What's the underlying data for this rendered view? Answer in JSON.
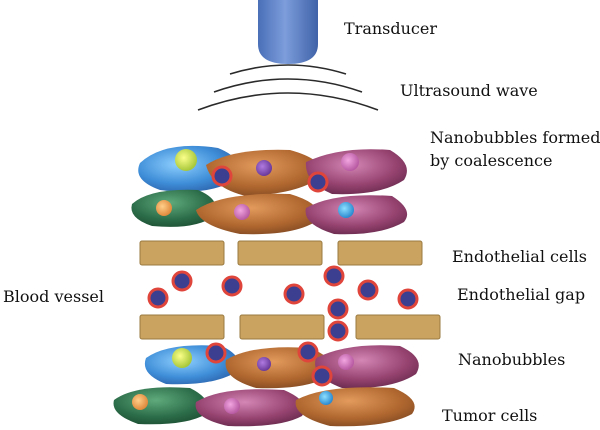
{
  "labels": {
    "transducer": "Transducer",
    "ultrasound_wave": "Ultrasound wave",
    "nanobubbles_formed": "Nanobubbles formed\nby coalescence",
    "endothelial_cells": "Endothelial cells",
    "endothelial_gap": "Endothelial gap",
    "blood_vessel": "Blood vessel",
    "nanobubbles": "Nanobubbles",
    "tumor_cells": "Tumor cells"
  },
  "colors": {
    "transducer": "#5b7fc4",
    "wave": "#2a2a2a",
    "endothelial_cell": "#c9a35f",
    "nanobubble_ring": "#e0453c",
    "nanobubble_core": "#3c3f8f",
    "cell_blue": "#4a8fd8",
    "cell_orange": "#b8713a",
    "cell_purple": "#9a4b78",
    "cell_green": "#2f7a52"
  }
}
